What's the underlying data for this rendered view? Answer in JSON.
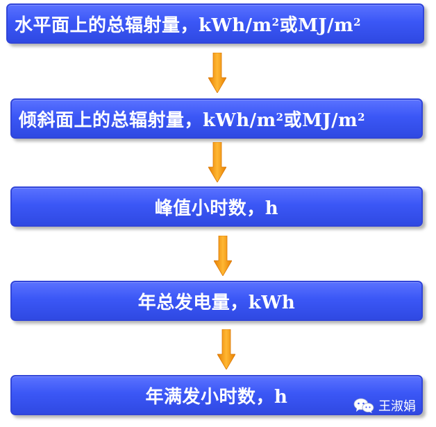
{
  "steps": [
    {
      "text": "水平面上的总辐射量，kWh/m",
      "sup": "2",
      "text2": "或MJ/m",
      "sup2": "2"
    },
    {
      "text": "倾斜面上的总辐射量，kWh/m",
      "sup": "2",
      "text2": "或MJ/m",
      "sup2": "2"
    },
    {
      "text": "峰值小时数，h"
    },
    {
      "text": "年总发电量，kWh"
    },
    {
      "text": "年满发小时数，h"
    }
  ],
  "watermark": {
    "icon": "wechat-icon",
    "author": "王淑娟"
  },
  "colors": {
    "box_fill": "#3b57f6",
    "box_border": "#3145d8",
    "arrow_fill": "#f59a14",
    "text": "#ffffff"
  }
}
